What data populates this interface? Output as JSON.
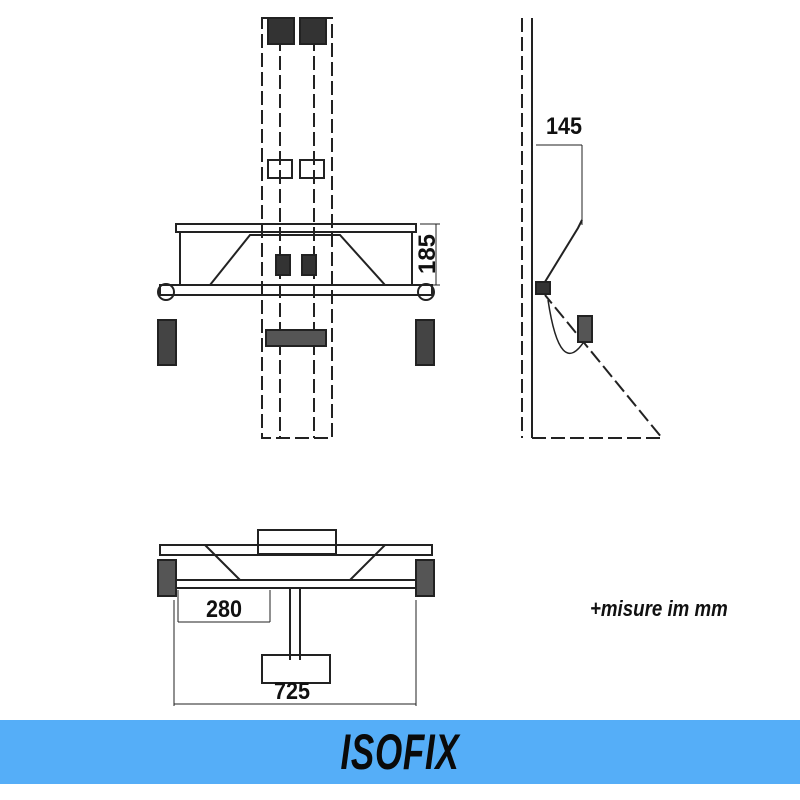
{
  "dimensions": {
    "d145": "145",
    "d185": "185",
    "d280": "280",
    "d725": "725"
  },
  "note": "+misure im mm",
  "banner": {
    "title": "ISOFIX",
    "color": "#55aef8"
  }
}
